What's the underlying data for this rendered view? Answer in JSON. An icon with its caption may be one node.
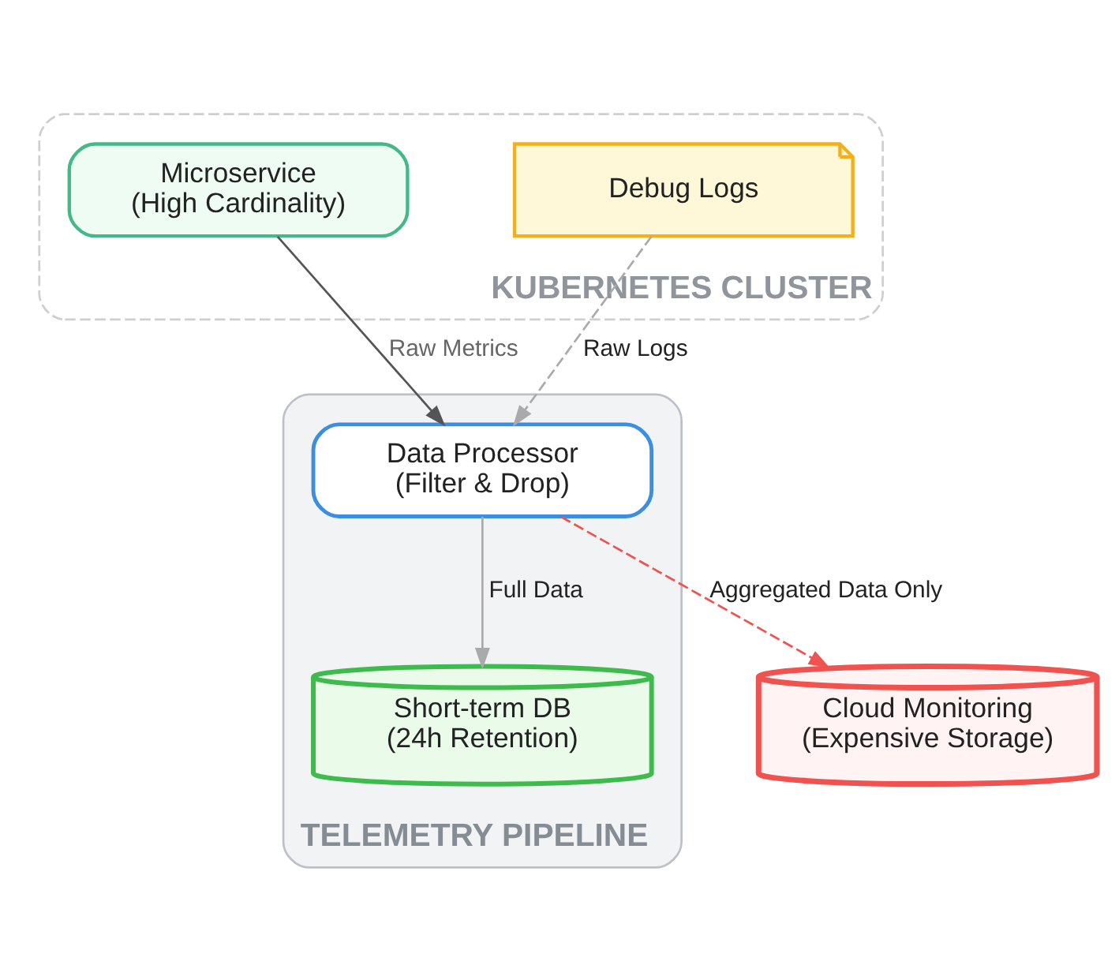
{
  "diagram": {
    "nodes": [
      {
        "text": [
          "KUBERNETES CLUSTER"
        ]
      },
      {
        "text": [
          "Microservice (High Cardinality)"
        ],
        "in": 0
      },
      {
        "text": [
          "Debug Logs"
        ],
        "in": 0
      },
      {
        "text": [
          "TELEMETRY PIPELINE"
        ]
      },
      {
        "text": [
          "Data Processor (Filter & Drop)"
        ],
        "in": 3
      },
      {
        "text": [
          "Short-term DB (24h Retention)"
        ],
        "in": 3
      },
      {
        "text": [
          "Cloud Monitoring (Expensive Storage)"
        ]
      }
    ],
    "edges": [
      {
        "from": 1,
        "to": 4,
        "arrow": "to",
        "label": "Raw Metrics",
        "color": "#555555"
      },
      {
        "from": 2,
        "to": 4,
        "arrow": "to",
        "label": "Raw Logs",
        "style": "dashed"
      },
      {
        "from": 4,
        "to": 5,
        "arrow": "to",
        "label": "Full Data"
      },
      {
        "from": 4,
        "to": 6,
        "arrow": "to",
        "label": "Aggregated Data Only",
        "style": "dashed",
        "color": "#ef5350"
      }
    ]
  }
}
